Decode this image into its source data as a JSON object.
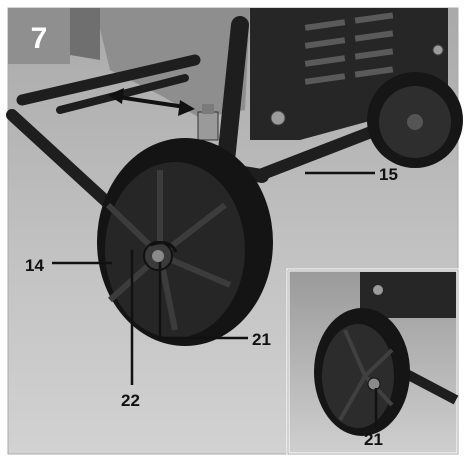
{
  "figure": {
    "step_number": "7",
    "callouts": {
      "wheel": "14",
      "axle": "15",
      "pin": "21",
      "inset_pin": "21",
      "washer": "22"
    }
  },
  "colors": {
    "photo_gray": "#b9b9b9",
    "frame_dark": "#1e1e1e",
    "badge_gray": "#8f8f8f",
    "border": "#aaaaaa"
  }
}
